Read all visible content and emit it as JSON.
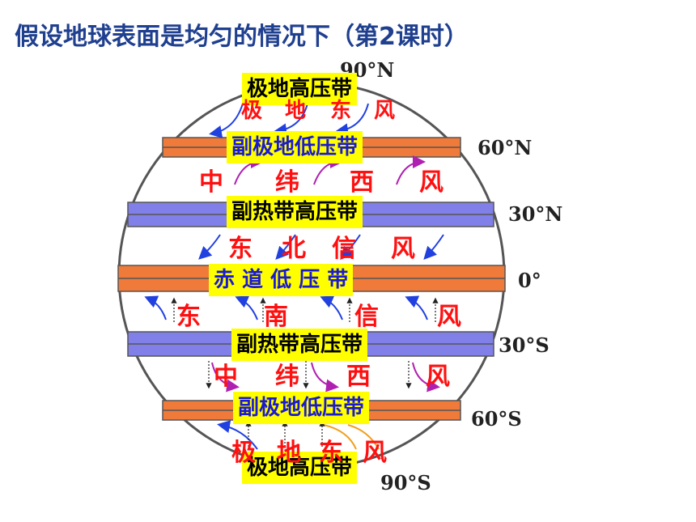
{
  "title": "假设地球表面是均匀的情况下（第2课时）",
  "pressure_belts": {
    "north_polar_high": "极地高压带",
    "north_subpolar_low": "副极地低压带",
    "north_subtropical_high": "副热带高压带",
    "equatorial_low": "赤 道 低 压 带",
    "south_subtropical_high": "副热带高压带",
    "south_subpolar_low": "副极地低压带",
    "south_polar_high": "极地高压带"
  },
  "latitudes": {
    "n90": "90°N",
    "n60": "60°N",
    "n30": "30°N",
    "eq": "0°",
    "s30": "30°S",
    "s60": "60°S",
    "s90": "90°S"
  },
  "winds": {
    "north_polar_easterlies": [
      "极",
      "地",
      "东",
      "风"
    ],
    "north_westerlies": [
      "中",
      "纬",
      "西",
      "风"
    ],
    "ne_trades": [
      "东",
      "北",
      "信",
      "风"
    ],
    "se_trades": [
      "东",
      "南",
      "信",
      "风"
    ],
    "south_westerlies": [
      "中",
      "纬",
      "西",
      "风"
    ],
    "south_polar_easterlies": [
      "极",
      "地",
      "东",
      "风"
    ]
  },
  "colors": {
    "title": "#1f3f8f",
    "label_bg": "#ffff00",
    "low_label_text": "#1a1ad0",
    "high_label_text": "#000000",
    "wind_text": "#ff1010",
    "low_band": "#f07a3a",
    "high_band": "#8080e8",
    "arrow_blue": "#2040e0",
    "arrow_purple": "#b020b0"
  }
}
